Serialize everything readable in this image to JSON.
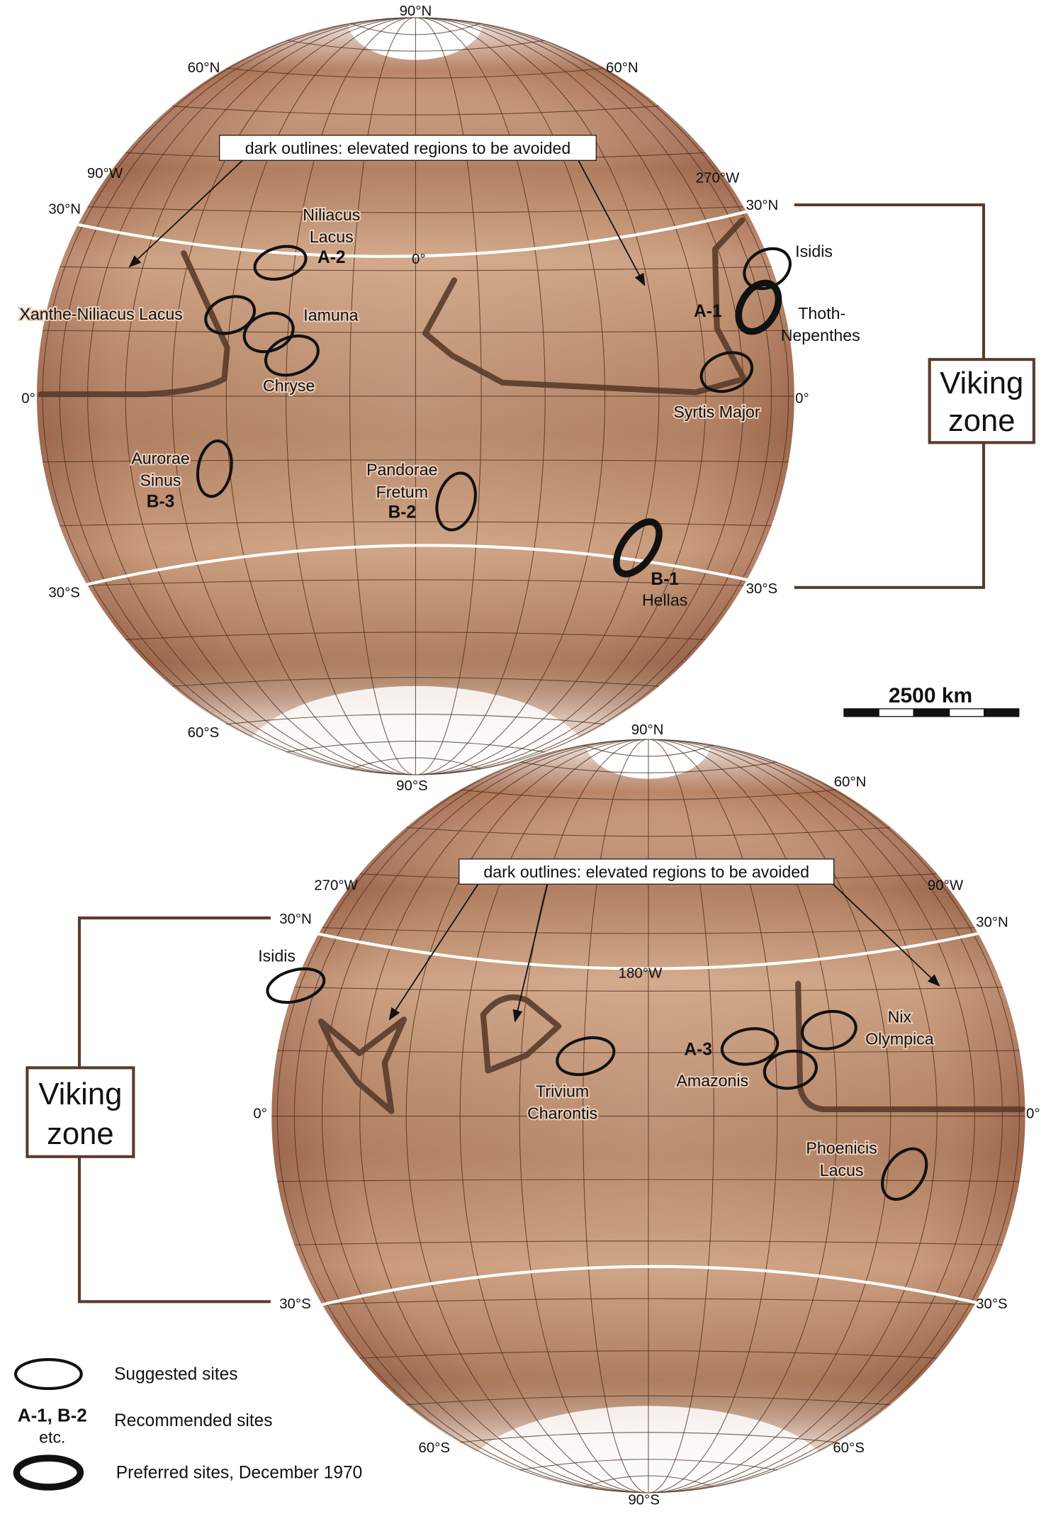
{
  "globe_top": {
    "coord_labels": {
      "n90": "90°N",
      "n60_left": "60°N",
      "n60_right": "60°N",
      "w90": "90°W",
      "w270": "270°W",
      "n30_left": "30°N",
      "n30_right": "30°N",
      "eq_left": "0°",
      "eq_right": "0°",
      "center_meridian": "0°",
      "s30_left": "30°S",
      "s30_right": "30°S",
      "s60": "60°S",
      "s90": "90°S"
    },
    "note": "dark outlines: elevated regions to be avoided",
    "sites": [
      {
        "name_lines": [
          "Niliacus",
          "Lacus"
        ],
        "code": "A-2",
        "type": "recommended"
      },
      {
        "name_lines": [
          "Xanthe-Niliacus Lacus"
        ],
        "code": "",
        "type": "suggested"
      },
      {
        "name_lines": [
          "Iamuna"
        ],
        "code": "",
        "type": "suggested"
      },
      {
        "name_lines": [
          "Chryse"
        ],
        "code": "",
        "type": "suggested"
      },
      {
        "name_lines": [
          "Isidis"
        ],
        "code": "",
        "type": "suggested"
      },
      {
        "name_lines": [
          "Thoth-",
          "Nepenthes"
        ],
        "code": "A-1",
        "type": "preferred"
      },
      {
        "name_lines": [
          "Syrtis Major"
        ],
        "code": "",
        "type": "suggested"
      },
      {
        "name_lines": [
          "Aurorae",
          "Sinus"
        ],
        "code": "B-3",
        "type": "recommended"
      },
      {
        "name_lines": [
          "Pandorae",
          "Fretum"
        ],
        "code": "B-2",
        "type": "recommended"
      },
      {
        "name_lines": [
          "Hellas"
        ],
        "code": "B-1",
        "type": "preferred"
      }
    ],
    "zone_label": [
      "Viking",
      "zone"
    ]
  },
  "globe_bottom": {
    "coord_labels": {
      "n90": "90°N",
      "n60": "60°N",
      "w270": "270°W",
      "w90": "90°W",
      "n30_left": "30°N",
      "n30_right": "30°N",
      "w180": "180°W",
      "eq_left": "0°",
      "eq_right": "0°",
      "s30_left": "30°S",
      "s30_right": "30°S",
      "s60_left": "60°S",
      "s60_right": "60°S",
      "s90": "90°S"
    },
    "note": "dark outlines: elevated regions to be avoided",
    "sites": [
      {
        "name_lines": [
          "Isidis"
        ],
        "code": "",
        "type": "suggested"
      },
      {
        "name_lines": [
          "Trivium",
          "Charontis"
        ],
        "code": "",
        "type": "suggested"
      },
      {
        "name_lines": [
          "Amazonis"
        ],
        "code": "A-3",
        "type": "recommended"
      },
      {
        "name_lines": [
          "Nix",
          "Olympica"
        ],
        "code": "",
        "type": "suggested"
      },
      {
        "name_lines": [
          "Phoenicis",
          "Lacus"
        ],
        "code": "",
        "type": "suggested"
      }
    ],
    "zone_label": [
      "Viking",
      "zone"
    ]
  },
  "scale_bar": {
    "label": "2500 km"
  },
  "legend": {
    "suggested": "Suggested sites",
    "recommended_symbol": "A-1, B-2",
    "recommended_etc": "etc.",
    "recommended": "Recommended sites",
    "preferred": "Preferred sites, December 1970"
  },
  "colors": {
    "terrain": "#c9967a",
    "ridge": "#5a3b2a",
    "cap": "#ffffff"
  }
}
